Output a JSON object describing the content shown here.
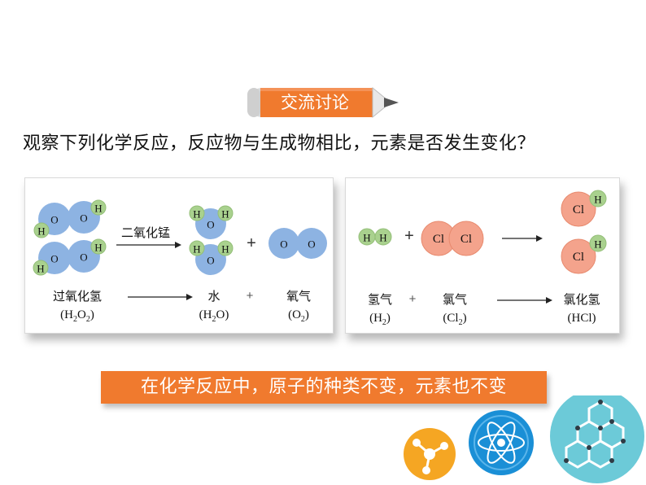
{
  "discussion_label": "交流讨论",
  "question": "观察下列化学反应，反应物与生成物相比，元素是否发生变化？",
  "reaction_1": {
    "catalyst": "二氧化锰",
    "reactant_name": "过氧化氢",
    "reactant_formula": {
      "pre": "(H",
      "sub1": "2",
      "mid": "O",
      "sub2": "2",
      "post": ")"
    },
    "product1_name": "水",
    "product1_formula": {
      "pre": "(H",
      "sub1": "2",
      "post": "O)"
    },
    "product2_name": "氧气",
    "product2_formula": {
      "pre": "(O",
      "sub1": "2",
      "post": ")"
    },
    "plus": "+",
    "atom_o": "O",
    "atom_h": "H"
  },
  "reaction_2": {
    "reactant1_name": "氢气",
    "reactant1_formula": {
      "pre": "(H",
      "sub1": "2",
      "post": ")"
    },
    "reactant2_name": "氯气",
    "reactant2_formula": {
      "pre": "(Cl",
      "sub1": "2",
      "post": ")"
    },
    "product_name": "氯化氢",
    "product_formula": "(HCl)",
    "plus": "+",
    "atom_h": "H",
    "atom_cl": "Cl"
  },
  "conclusion": "在化学反应中，原子的种类不变，元素也不变",
  "colors": {
    "accent_orange": "#f07a2e",
    "oxygen_atom": "#8db3e2",
    "hydrogen_atom": "#a9d18e",
    "chlorine_atom": "#f4a38c",
    "deco_yellow": "#f5a623",
    "deco_blue": "#1a8fd6",
    "deco_teal": "#6ccad8"
  },
  "icons": [
    "pencil-icon",
    "molecule-icon",
    "atom-icon",
    "hexagon-structure-icon"
  ]
}
